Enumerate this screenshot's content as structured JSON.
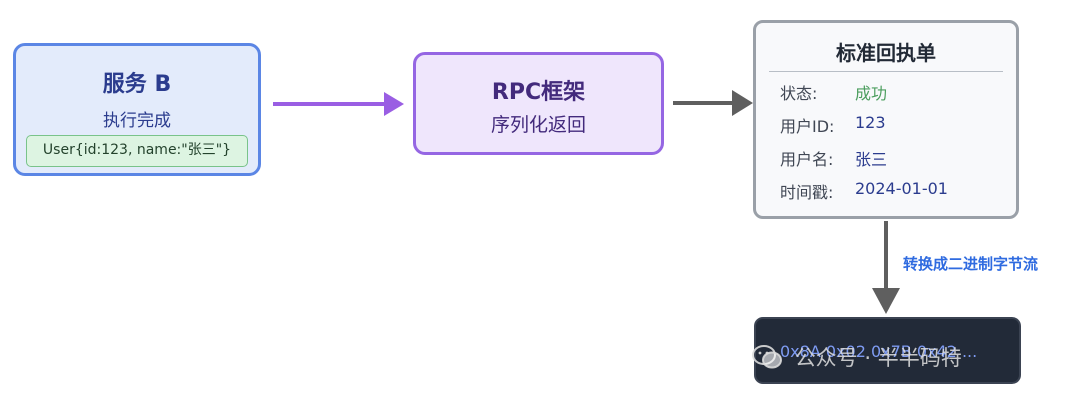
{
  "nodes": {
    "service_b": {
      "title": "服务 B",
      "subtitle": "执行完成",
      "payload": "User{id:123, name:\"张三\"}"
    },
    "rpc": {
      "title": "RPC框架",
      "subtitle": "序列化返回"
    },
    "receipt": {
      "title": "标准回执单",
      "rows": [
        {
          "key": "状态:",
          "value": "成功"
        },
        {
          "key": "用户ID:",
          "value": "123"
        },
        {
          "key": "用户名:",
          "value": "张三"
        },
        {
          "key": "时间戳:",
          "value": "2024-01-01"
        }
      ]
    },
    "binary": {
      "bytes": "0x8A 0x02 0x7B 0x42 ..."
    }
  },
  "edges": {
    "receipt_to_binary_label": "转换成二进制字节流"
  },
  "watermark": {
    "text": "公众号 · 半半码特"
  },
  "colors": {
    "service_border": "#5b86e5",
    "service_fill": "#e3ebfb",
    "payload_border": "#79c38a",
    "payload_fill": "#ddf4e2",
    "rpc_border": "#9566e3",
    "rpc_fill": "#efe6fc",
    "receipt_border": "#9aa0a8",
    "status_success": "#4c9e5e",
    "binary_fill": "#222a38",
    "binary_text": "#7e9bf2",
    "edge_label": "#2f6be0",
    "arrow_purple": "#9a5ee3",
    "arrow_gray": "#5f5f5f"
  }
}
